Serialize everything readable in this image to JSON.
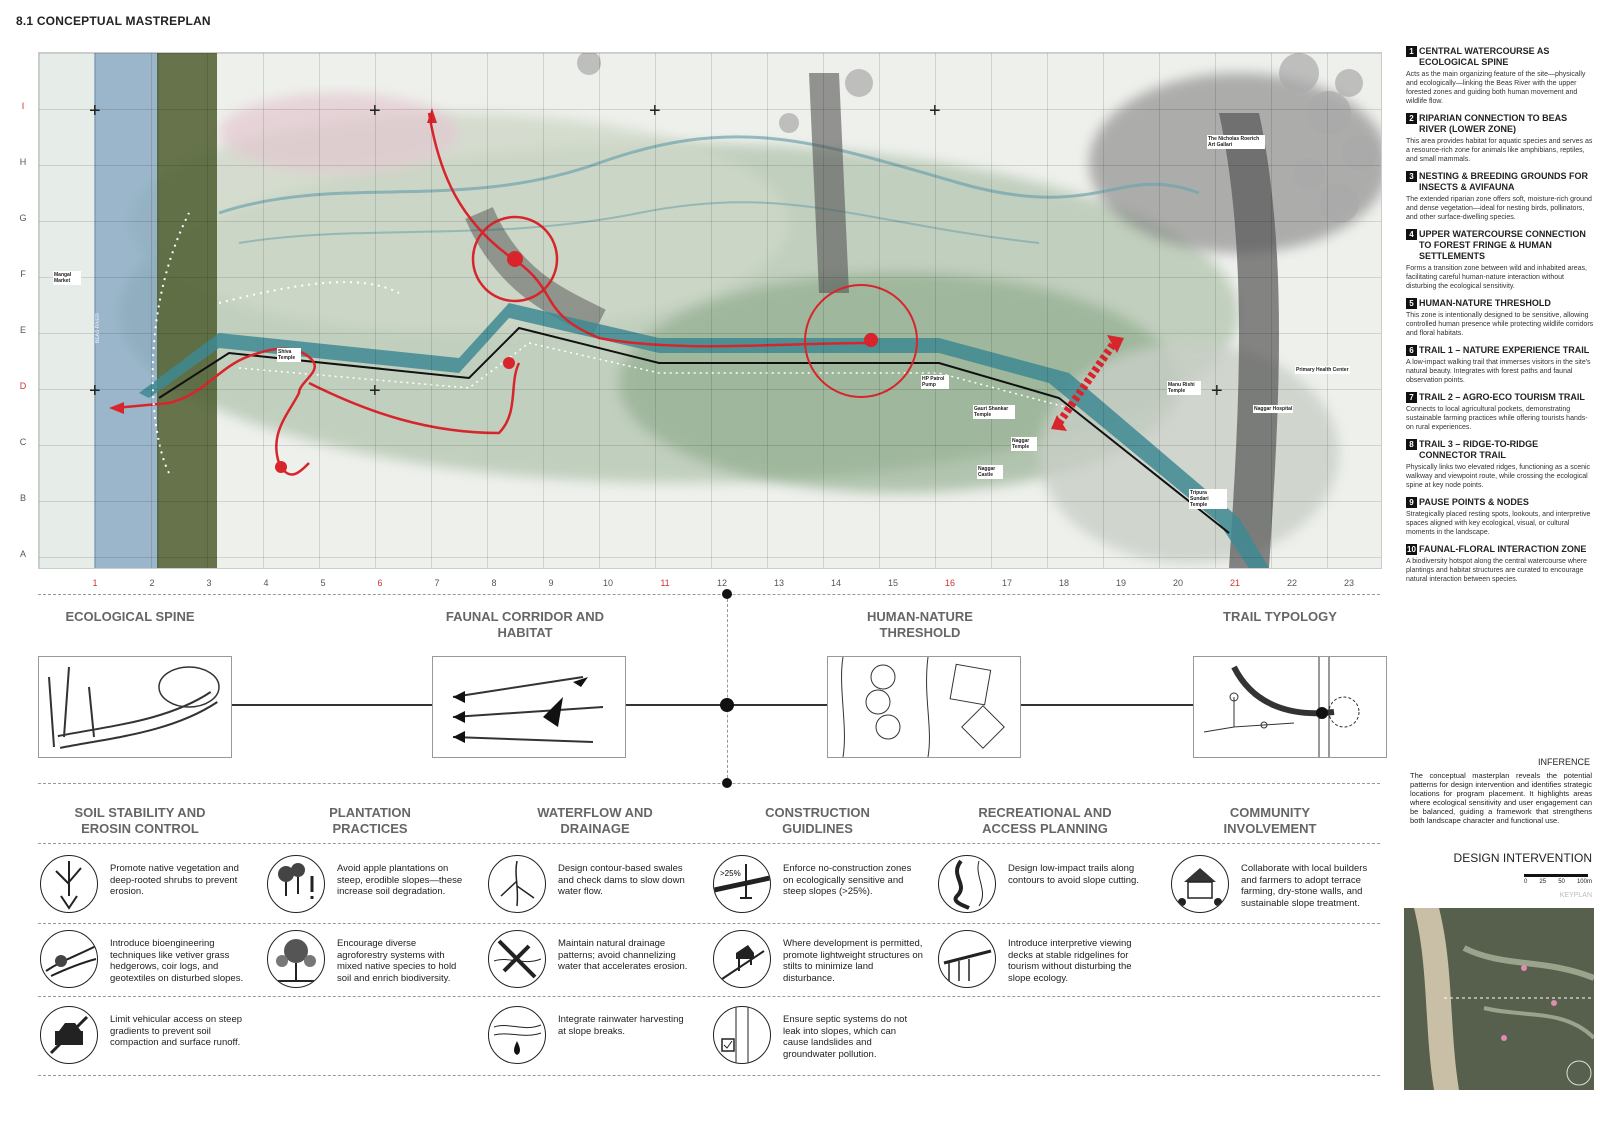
{
  "title": "8.1 CONCEPTUAL MASTREPLAN",
  "grid": {
    "rows": [
      "I",
      "H",
      "G",
      "F",
      "E",
      "D",
      "C",
      "B",
      "A"
    ],
    "red_rows": [
      "I",
      "D"
    ],
    "cols": [
      "1",
      "2",
      "3",
      "4",
      "5",
      "6",
      "7",
      "8",
      "9",
      "10",
      "11",
      "12",
      "13",
      "14",
      "15",
      "16",
      "17",
      "18",
      "19",
      "20",
      "21",
      "22",
      "23"
    ],
    "red_cols": [
      "1",
      "6",
      "11",
      "16",
      "21"
    ]
  },
  "map_labels": {
    "mangal": "Mangal Market",
    "roerich": "The Nicholas Roerich Art Gallari",
    "primary": "Primary Health Center",
    "hp_petrol": "HP Patrol Pump",
    "gauri": "Gauri Shankar Temple",
    "manu": "Manu Rishi Temple",
    "naggar_temple": "Naggar Temple",
    "naggar_castle": "Naggar Castle",
    "naggar_hospital": "Naggar Hospital",
    "tripura": "Tripura Sundari Temple",
    "shiva": "Shiva Temple",
    "beas": "BEAS RIVER"
  },
  "legend": [
    {
      "n": "1",
      "title": "CENTRAL WATERCOURSE AS ECOLOGICAL SPINE",
      "desc": "Acts as the main organizing feature of the site—physically and ecologically—linking the Beas River with the upper forested zones and guiding both human movement and wildlife flow."
    },
    {
      "n": "2",
      "title": "RIPARIAN CONNECTION TO BEAS RIVER (LOWER ZONE)",
      "desc": "This area provides habitat for aquatic species and serves as a resource-rich zone for animals like amphibians, reptiles, and small mammals."
    },
    {
      "n": "3",
      "title": "NESTING & BREEDING GROUNDS FOR INSECTS & AVIFAUNA",
      "desc": "The extended riparian zone offers soft, moisture-rich ground and dense vegetation—ideal for nesting birds, pollinators, and other surface-dwelling species."
    },
    {
      "n": "4",
      "title": "UPPER WATERCOURSE CONNECTION TO FOREST FRINGE & HUMAN SETTLEMENTS",
      "desc": "Forms a transition zone between wild and inhabited areas, facilitating careful human-nature interaction without disturbing the ecological sensitivity."
    },
    {
      "n": "5",
      "title": "HUMAN-NATURE THRESHOLD",
      "desc": "This zone is intentionally designed to be sensitive, allowing controlled human presence while protecting wildlife corridors and floral habitats."
    },
    {
      "n": "6",
      "title": "TRAIL 1 – NATURE EXPERIENCE TRAIL",
      "desc": "A low-impact walking trail that immerses visitors in the site's natural beauty. Integrates with forest paths and faunal observation points."
    },
    {
      "n": "7",
      "title": "TRAIL 2 – AGRO-ECO TOURISM TRAIL",
      "desc": "Connects to local agricultural pockets, demonstrating sustainable farming practices while offering tourists hands-on rural experiences."
    },
    {
      "n": "8",
      "title": "TRAIL 3 – RIDGE-TO-RIDGE CONNECTOR TRAIL",
      "desc": "Physically links two elevated ridges, functioning as a scenic walkway and viewpoint route, while crossing the ecological spine at key node points."
    },
    {
      "n": "9",
      "title": "PAUSE POINTS & NODES",
      "desc": "Strategically placed resting spots, lookouts, and interpretive spaces aligned with key ecological, visual, or cultural moments in the landscape."
    },
    {
      "n": "10",
      "title": "FAUNAL-FLORAL INTERACTION ZONE",
      "desc": "A biodiversity hotspot along the central watercourse where plantings and habitat structures are curated to encourage natural interaction between species."
    }
  ],
  "concepts": [
    {
      "title": "ECOLOGICAL SPINE"
    },
    {
      "title": "FAUNAL CORRIDOR AND HABITAT"
    },
    {
      "title": "HUMAN-NATURE THRESHOLD"
    },
    {
      "title": "TRAIL TYPOLOGY"
    }
  ],
  "categories": [
    {
      "title": "SOIL STABILITY AND EROSIN CONTROL",
      "items": [
        {
          "icon": "vegetation-roots-icon",
          "text": "Promote native vegetation and deep-rooted shrubs to prevent erosion."
        },
        {
          "icon": "bioengineering-icon",
          "text": "Introduce bioengineering techniques like vetiver grass hedgerows, coir logs, and geotextiles on disturbed slopes."
        },
        {
          "icon": "no-vehicle-icon",
          "text": "Limit vehicular access on steep gradients to prevent soil compaction and surface runoff."
        }
      ]
    },
    {
      "title": "PLANTATION PRACTICES",
      "items": [
        {
          "icon": "apple-tree-warning-icon",
          "text": "Avoid apple plantations on steep, erodible slopes—these increase soil degradation."
        },
        {
          "icon": "agroforestry-icon",
          "text": "Encourage diverse agroforestry systems with mixed native species to hold soil and enrich biodiversity."
        }
      ]
    },
    {
      "title": "WATERFLOW AND DRAINAGE",
      "items": [
        {
          "icon": "contour-swale-icon",
          "text": "Design contour-based swales and check dams to slow down water flow."
        },
        {
          "icon": "natural-drainage-icon",
          "text": "Maintain natural drainage patterns; avoid channelizing water that accelerates erosion."
        },
        {
          "icon": "rainwater-harvest-icon",
          "text": "Integrate rainwater harvesting at slope breaks."
        }
      ]
    },
    {
      "title": "CONSTRUCTION GUIDLINES",
      "items": [
        {
          "icon": "no-construction-slope-icon",
          "text": "Enforce no-construction zones on ecologically sensitive and steep slopes (>25%)."
        },
        {
          "icon": "stilt-house-icon",
          "text": "Where development is permitted, promote lightweight structures on stilts to minimize land disturbance."
        },
        {
          "icon": "septic-system-icon",
          "text": "Ensure septic systems do not leak into slopes, which can cause landslides and groundwater pollution."
        }
      ]
    },
    {
      "title": "RECREATIONAL AND ACCESS PLANNING",
      "items": [
        {
          "icon": "contour-trail-icon",
          "text": "Design low-impact trails along contours to avoid slope cutting."
        },
        {
          "icon": "viewing-deck-icon",
          "text": "Introduce interpretive viewing decks at stable ridgelines for tourism without disturbing the slope ecology."
        }
      ]
    },
    {
      "title": "COMMUNITY INVOLVEMENT",
      "items": [
        {
          "icon": "community-builders-icon",
          "text": "Collaborate with local builders and farmers to adopt terrace farming, dry-stone walls, and sustainable slope treatment."
        }
      ]
    }
  ],
  "inference_heading": "INFERENCE",
  "inference": "The conceptual masterplan reveals the potential patterns for design intervention and identifies strategic locations for program placement. It highlights areas where ecological sensitivity and user engagement can be balanced, guiding a framework that strengthens both landscape character and functional use.",
  "design_intervention": "DESIGN INTERVENTION",
  "scale_labels": [
    "0",
    "25",
    "50",
    "100m"
  ],
  "keyplan_label": "KEYPLAN"
}
